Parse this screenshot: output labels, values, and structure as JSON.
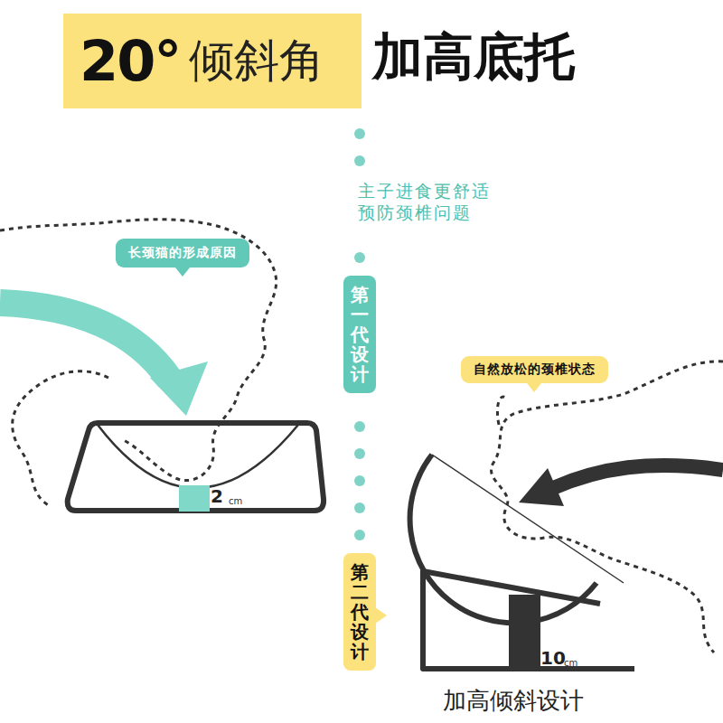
{
  "diagram": {
    "title": "加高底托",
    "caption": "加高倾斜设计",
    "nodes": [
      {
        "text": [
          "20°",
          "倾斜角"
        ]
      },
      {
        "text": [
          "长颈猫的形成原因"
        ]
      },
      {
        "text": [
          "第一代设计"
        ]
      },
      {
        "text": [
          "自然放松的颈椎状态"
        ]
      },
      {
        "text": [
          "第二代设计"
        ]
      }
    ],
    "labels": [
      "主子进食更舒适 预防颈椎问题",
      "2",
      "cm",
      "10",
      "cm"
    ]
  }
}
